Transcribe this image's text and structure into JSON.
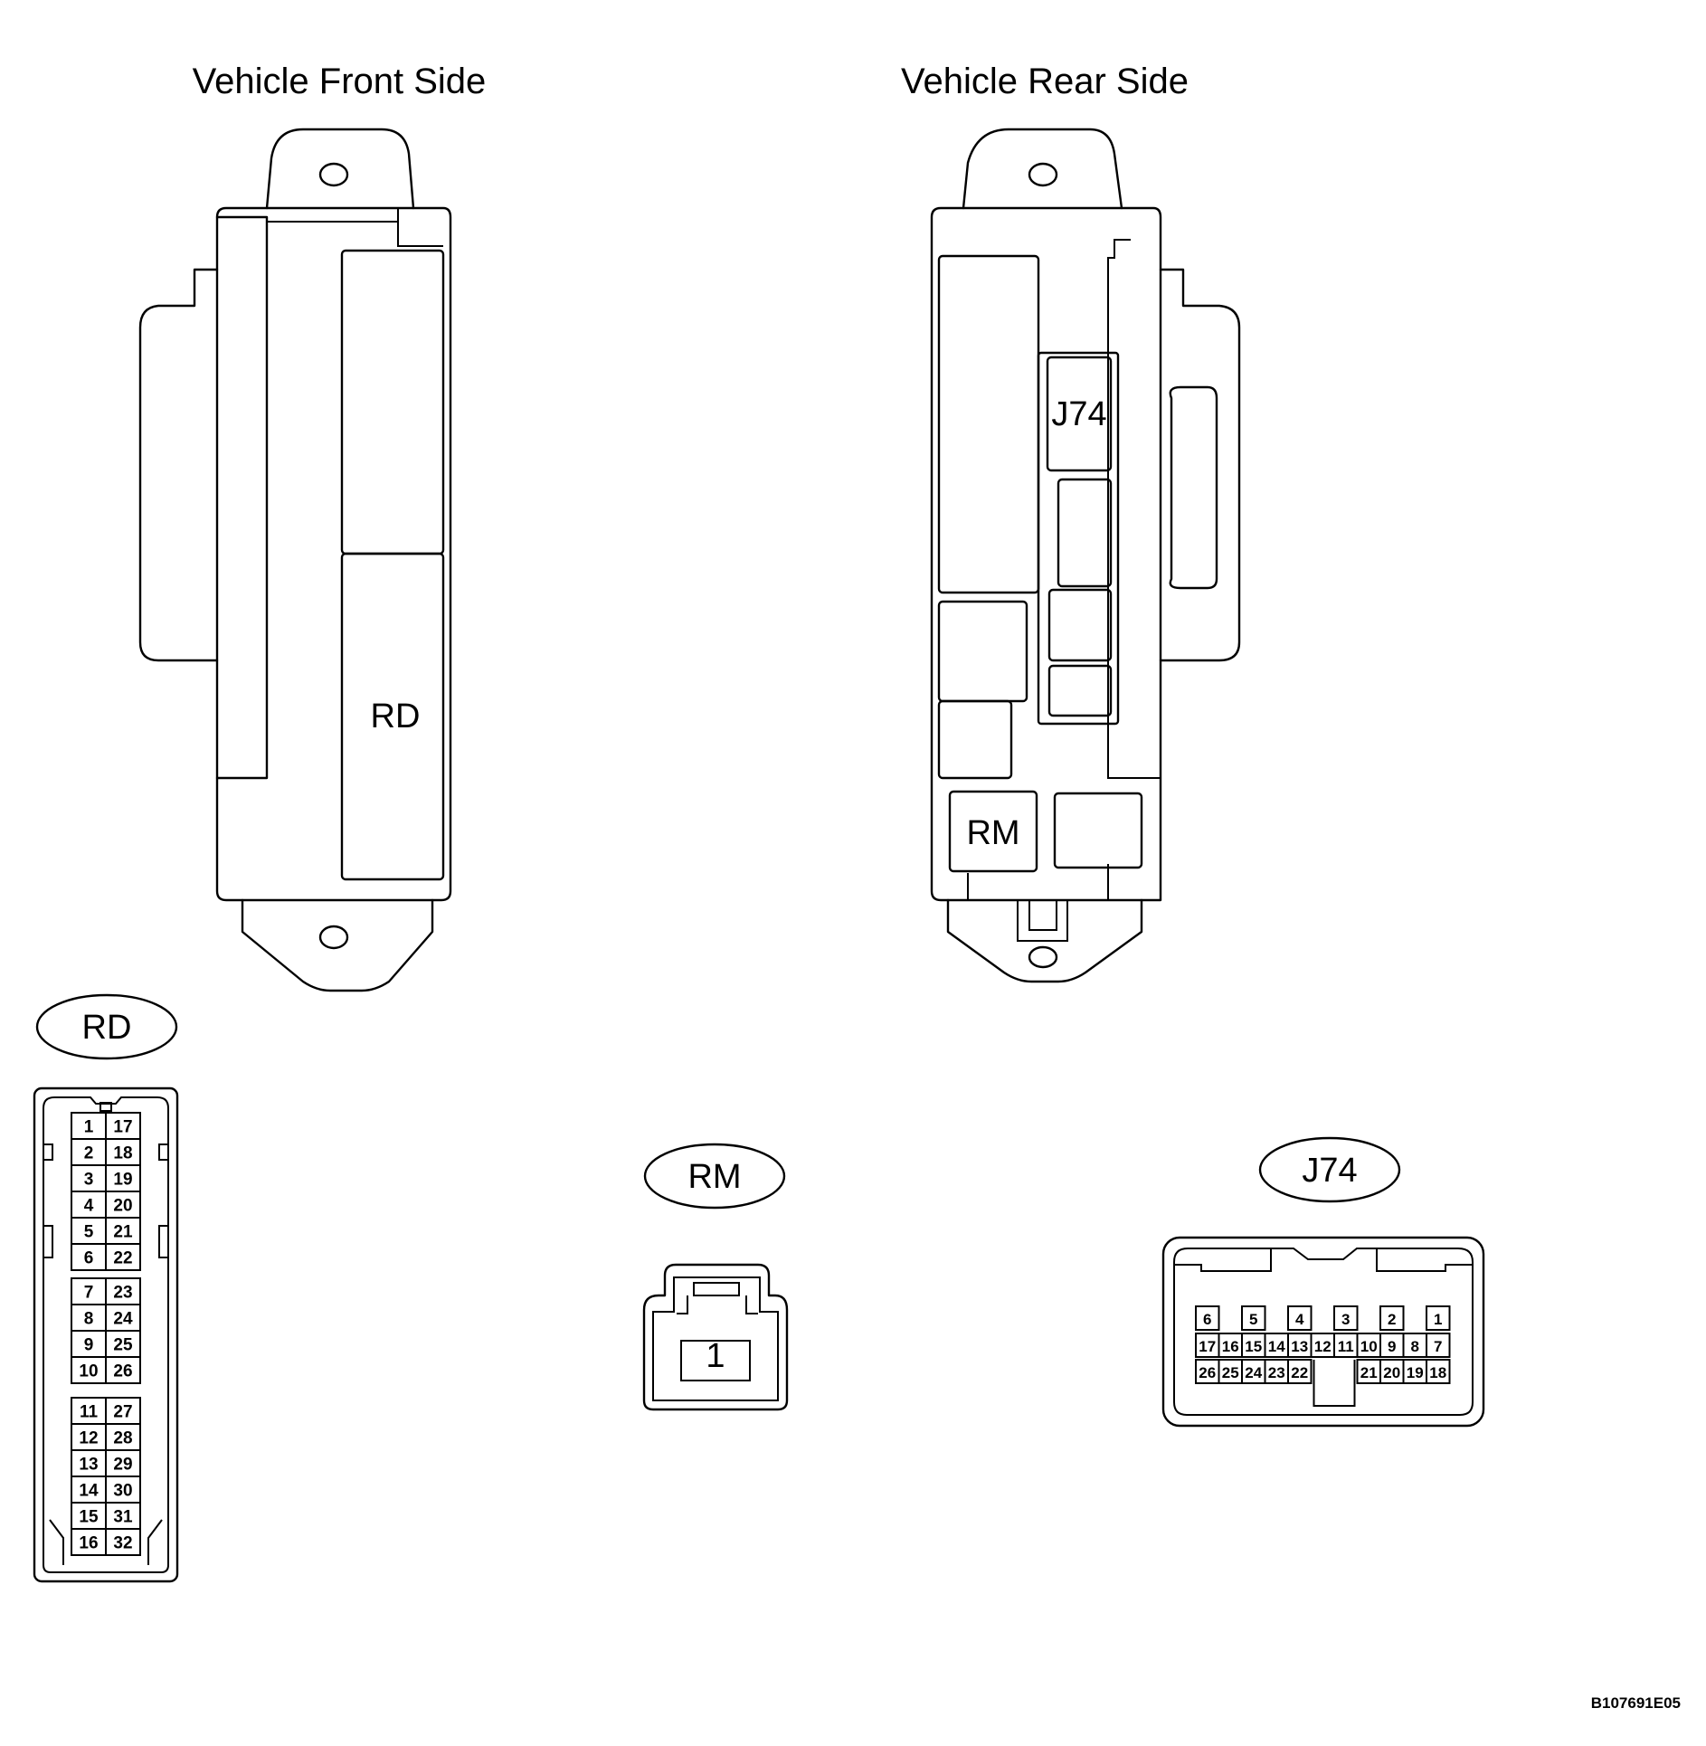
{
  "titles": {
    "front": "Vehicle Front Side",
    "rear": "Vehicle Rear Side"
  },
  "block_labels": {
    "rd": "RD",
    "j74": "J74",
    "rm": "RM"
  },
  "connector_tags": {
    "rd": "RD",
    "rm": "RM",
    "j74": "J74"
  },
  "rd_pins": {
    "left": [
      "1",
      "2",
      "3",
      "4",
      "5",
      "6",
      "7",
      "8",
      "9",
      "10",
      "11",
      "12",
      "13",
      "14",
      "15",
      "16"
    ],
    "right": [
      "17",
      "18",
      "19",
      "20",
      "21",
      "22",
      "23",
      "24",
      "25",
      "26",
      "27",
      "28",
      "29",
      "30",
      "31",
      "32"
    ]
  },
  "rm_pins": [
    "1"
  ],
  "j74_pins": {
    "top": [
      "6",
      "5",
      "4",
      "3",
      "2",
      "1"
    ],
    "middle": [
      "17",
      "16",
      "15",
      "14",
      "13",
      "12",
      "11",
      "10",
      "9",
      "8",
      "7"
    ],
    "bottom_left": [
      "26",
      "25",
      "24",
      "23",
      "22"
    ],
    "bottom_right": [
      "21",
      "20",
      "19",
      "18"
    ]
  },
  "figure_code": "B107691E05"
}
